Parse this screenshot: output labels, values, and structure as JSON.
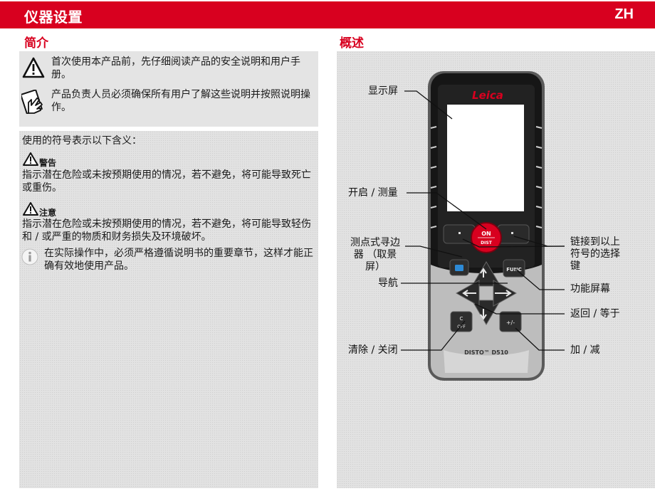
{
  "header": {
    "title": "仪器设置",
    "lang": "ZH"
  },
  "left": {
    "heading": "简介",
    "intro_1": "首次使用本产品前，先仔细阅读产品的安全说明和用户手册。",
    "intro_2": "产品负责人员必须确保所有用户了解这些说明并按照说明操作。",
    "symbols_intro": "使用的符号表示以下含义：",
    "warning_label": "警告",
    "warning_text": "指示潜在危险或未按预期使用的情况，若不避免，将可能导致死亡或重伤。",
    "caution_label": "注意",
    "caution_text": "指示潜在危险或未按预期使用的情况，若不避免，将可能导致轻伤和 / 或严重的物质和财务损失及环境破坏。",
    "info_text": "在实际操作中，必须严格遵循说明书的重要章节，这样才能正确有效地使用产品。"
  },
  "right": {
    "heading": "概述",
    "labels": {
      "display": "显示屏",
      "on_measure": "开启 / 测量",
      "point_finder": "测点式寻边器 （取景屏）",
      "navigation": "导航",
      "clear_off": "清除 / 关闭",
      "select_keys": "链接到以上符号的选择键",
      "function_screen": "功能屏幕",
      "back_equal": "返回 / 等于",
      "plus_minus": "加 / 减"
    },
    "device": {
      "brand": "Leica",
      "model": "DISTO™ D510",
      "on_key_top": "ON",
      "on_key_bottom": "DIST",
      "func_key": "FUNC",
      "clear_key_top": "C",
      "clear_key_bottom": "OFF",
      "plusminus_key": "+/-"
    }
  },
  "colors": {
    "brand_red": "#d8001f",
    "panel_gray": "#e4e4e4"
  }
}
